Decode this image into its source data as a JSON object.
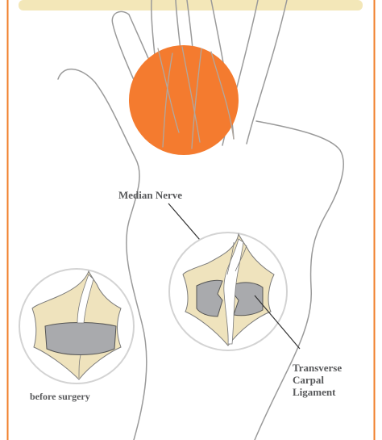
{
  "labels": {
    "median_nerve": "Median Nerve",
    "ligament_line1": "Transverse",
    "ligament_line2": "Carpal",
    "ligament_line3": "Ligament",
    "before_surgery": "before surgery"
  },
  "colors": {
    "frame_border": "#f07f2a",
    "banner_fill": "#f3e7b8",
    "pain_spot": "#f47b2f",
    "hand_outline": "#9a9a9a",
    "tissue": "#efe3bd",
    "ligament": "#a9aaad",
    "nerve": "#ffffff",
    "circle_ring": "#d3d3d3",
    "label_text": "#58595b"
  }
}
